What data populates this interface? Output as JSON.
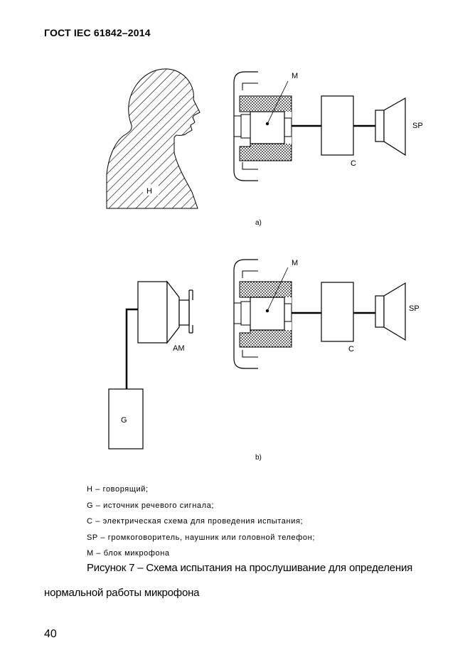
{
  "header": {
    "standard": "ГОСТ IEC 61842–2014"
  },
  "figure_a": {
    "label_h": "H",
    "label_m": "M",
    "label_c": "C",
    "label_sp": "SP",
    "sublabel": "a)"
  },
  "figure_b": {
    "label_am": "AM",
    "label_g": "G",
    "label_m": "M",
    "label_c": "C",
    "label_sp": "SP",
    "sublabel": "b)"
  },
  "legend": {
    "items": [
      "H – говорящий;",
      "G – источник речевого сигнала;",
      "C – электрическая схема для проведения испытания;",
      "SP – громкоговоритель, наушник или головной телефон;",
      "M – блок микрофона"
    ]
  },
  "caption": {
    "line1": "Рисунок 7 – Схема испытания на прослушивание для определения",
    "line2": "нормальной работы микрофона"
  },
  "page": {
    "number": "40"
  }
}
